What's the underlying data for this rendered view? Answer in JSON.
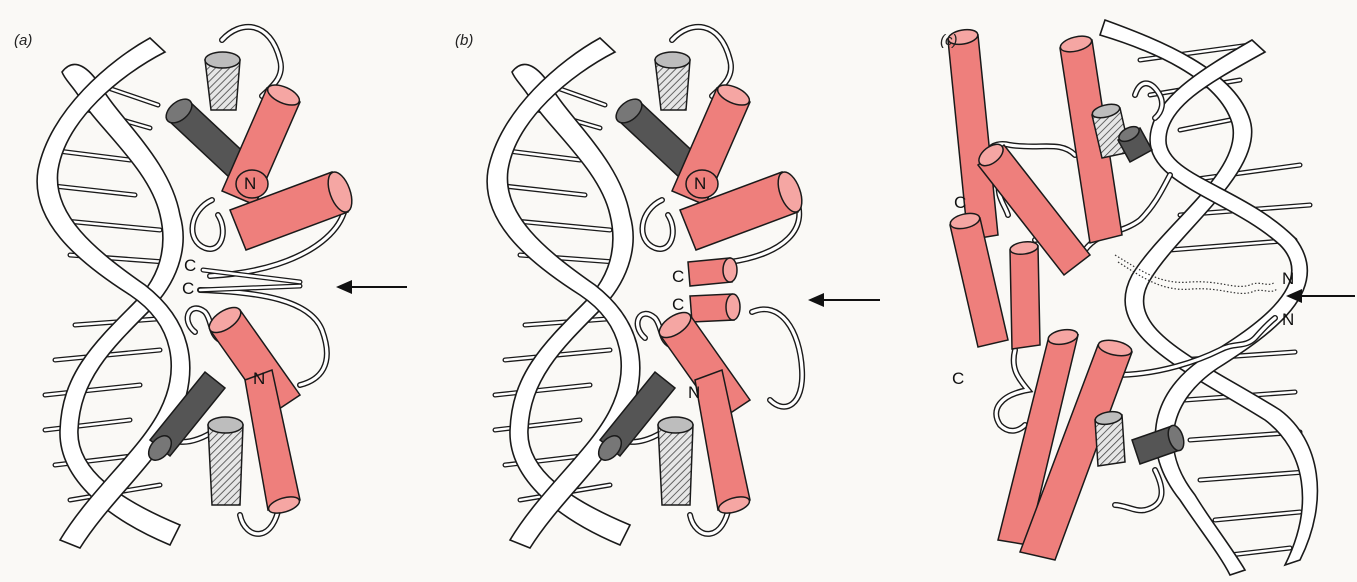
{
  "panels": [
    {
      "label": "(a)",
      "terminals": [
        "N",
        "C",
        "C",
        "N"
      ]
    },
    {
      "label": "(b)",
      "terminals": [
        "N",
        "C",
        "C",
        "N"
      ]
    },
    {
      "label": "(c)",
      "terminals": [
        "C",
        "C",
        "N",
        "N"
      ]
    }
  ],
  "colors": {
    "helix_red": "#ee7f7c",
    "helix_dark": "#555555",
    "dna_ribbon": "#ffffff",
    "outline": "#1a1a1a",
    "background": "#faf9f6"
  },
  "icons": [
    "arrow-left-icon",
    "dna-double-helix",
    "alpha-helix-cylinder"
  ]
}
